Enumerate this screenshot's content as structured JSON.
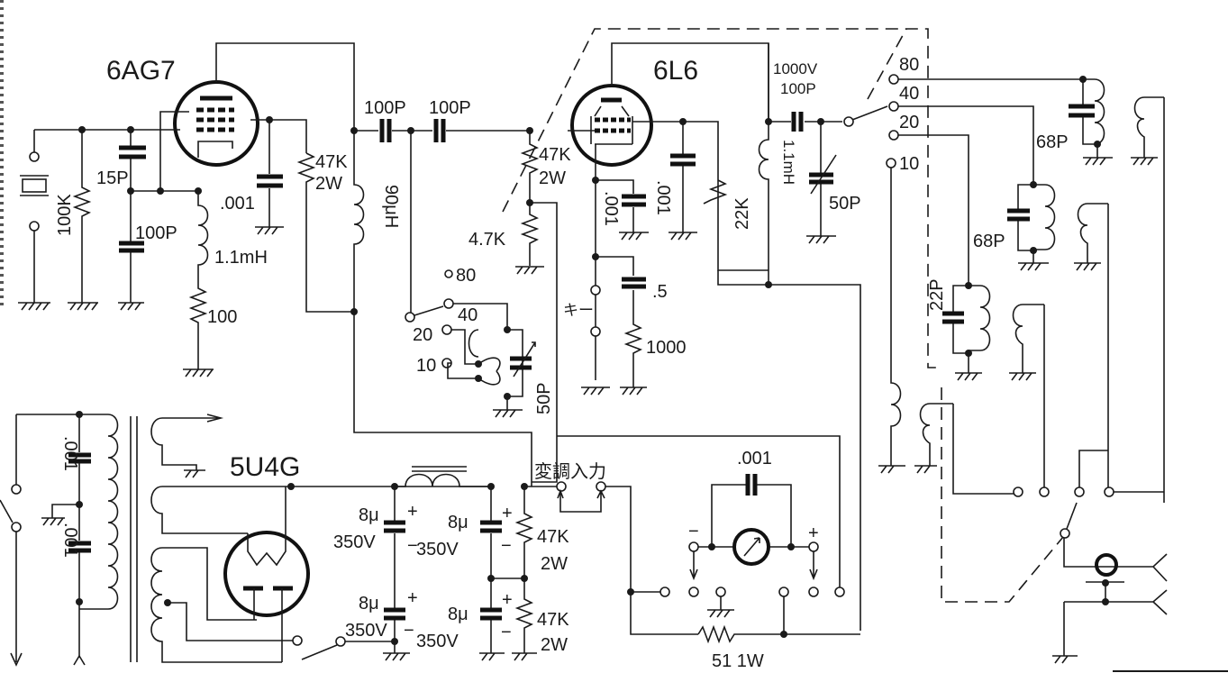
{
  "title": "Transmitter schematic (6AG7 crystal oscillator / 6L6 final / 5U4G power supply)",
  "tubes": [
    {
      "id": "osc",
      "label": "6AG7"
    },
    {
      "id": "final",
      "label": "6L6"
    },
    {
      "id": "rect",
      "label": "5U4G"
    }
  ],
  "labels": {
    "c_grid": "15P",
    "r_grid": "100K",
    "c_cathode": "100P",
    "l_cathode": "1.1mH",
    "r_cathode": "100",
    "c_screen": ".001",
    "r_screen_1": "47K",
    "r_screen_2": "2W",
    "l_plate": "90μH",
    "c_couple_1": "100P",
    "c_couple_2": "100P",
    "r_bias_1": "47K",
    "r_bias_2": "2W",
    "r_bias_low": "4.7K",
    "c_6l6_cathode": ".001",
    "c_6l6_screen": ".001",
    "r_6l6_screen": "22K",
    "c_key": ".5",
    "r_key": "1000",
    "key": "キー",
    "c_out_1": "1000V",
    "c_out_2": "100P",
    "l_choke": "1.1mH",
    "c_tune": "50P",
    "c_tank_osc": "50P",
    "c_80": "68P",
    "c_40": "68P",
    "c_20": "22P",
    "cap_psu_1a": "8μ",
    "cap_psu_1b": "350V",
    "cap_psu_2a": "8μ",
    "cap_psu_2b": "350V",
    "cap_psu_3a": "8μ",
    "cap_psu_3b": "350V",
    "cap_psu_4a": "8μ",
    "cap_psu_4b": "350V",
    "r_bleed_1a": "47K",
    "r_bleed_1b": "2W",
    "r_bleed_2a": "47K",
    "r_bleed_2b": "2W",
    "c_line_1": ".001",
    "c_line_2": ".001",
    "mod_input": "変調入力",
    "c_meter": ".001",
    "r_meter": "51 1W",
    "meter_minus": "−",
    "meter_plus": "+",
    "plus": "+",
    "minus": "−"
  },
  "band_switch_osc": [
    "80",
    "40",
    "20",
    "10"
  ],
  "band_switch_out": [
    "80",
    "40",
    "20",
    "10"
  ]
}
